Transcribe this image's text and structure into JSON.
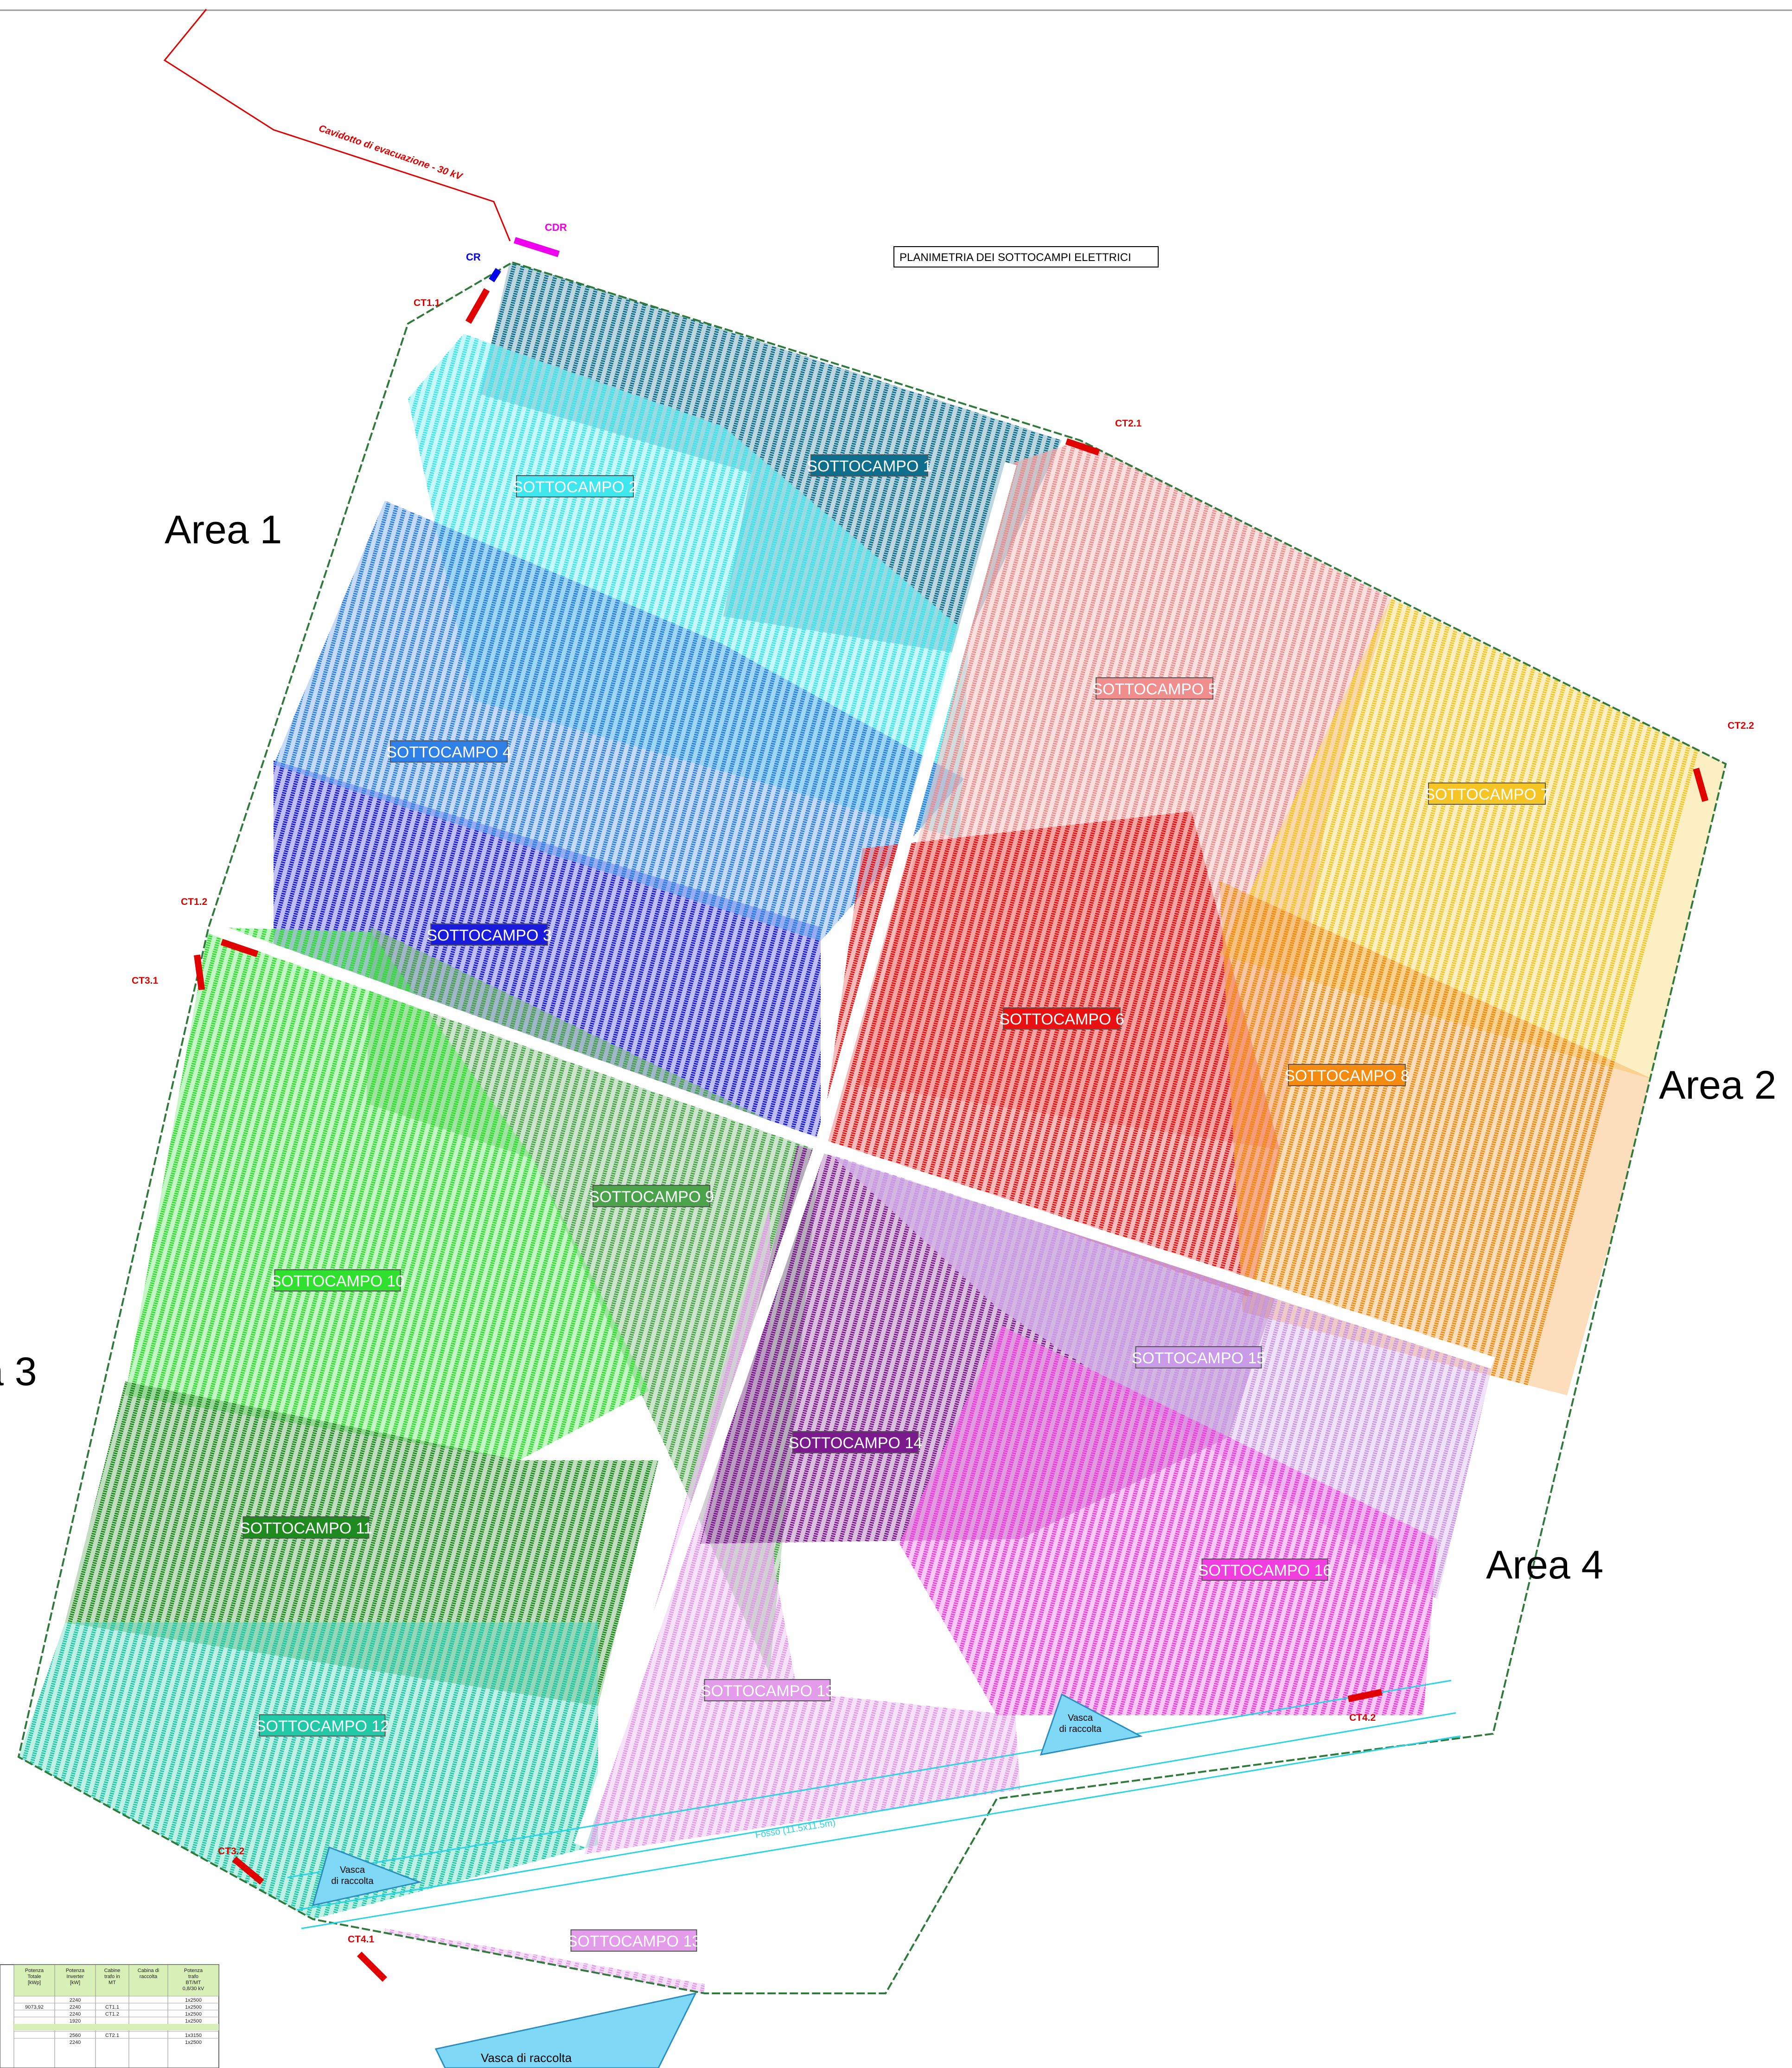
{
  "title": "PLANIMETRIA DEI SOTTOCAMPI ELETTRICI",
  "cable_label": "Cavidotto di evacuazione - 30 kV",
  "canal_label": "Fosso (11.5x11.5m)",
  "areas": [
    "Area 1",
    "Area 2",
    "a 3",
    "Area 4"
  ],
  "cdr_label": "CDR",
  "cr_label": "CR",
  "cabins": [
    "CT1.1",
    "CT2.1",
    "CT2.2",
    "CT1.2",
    "CT3.1",
    "CT3.2",
    "CT4.1",
    "CT4.2"
  ],
  "ponds": [
    {
      "line1": "Vasca",
      "line2": "di raccolta"
    },
    {
      "line1": "Vasca",
      "line2": "di raccolta"
    },
    {
      "line1": "Vasca di raccolta",
      "line2": ""
    }
  ],
  "subfields": [
    {
      "label": "SOTTOCAMPO 1",
      "color": "#0f6e8c",
      "text_color": "#ffffff"
    },
    {
      "label": "SOTTOCAMPO 2",
      "color": "#3ee6ee",
      "text_color": "#ffffff"
    },
    {
      "label": "SOTTOCAMPO 3",
      "color": "#1a1adb",
      "text_color": "#ffffff"
    },
    {
      "label": "SOTTOCAMPO 4",
      "color": "#2e7fe6",
      "text_color": "#ffffff"
    },
    {
      "label": "SOTTOCAMPO 5",
      "color": "#f08e8e",
      "text_color": "#ffffff"
    },
    {
      "label": "SOTTOCAMPO 6",
      "color": "#e81010",
      "text_color": "#ffffff"
    },
    {
      "label": "SOTTOCAMPO 7",
      "color": "#f5c526",
      "text_color": "#ffffff"
    },
    {
      "label": "SOTTOCAMPO 8",
      "color": "#f58a10",
      "text_color": "#ffffff"
    },
    {
      "label": "SOTTOCAMPO 9",
      "color": "#4aa34a",
      "text_color": "#ffffff"
    },
    {
      "label": "SOTTOCAMPO 10",
      "color": "#2fe02f",
      "text_color": "#ffffff"
    },
    {
      "label": "SOTTOCAMPO 11",
      "color": "#1f8a1f",
      "text_color": "#ffffff"
    },
    {
      "label": "SOTTOCAMPO 12",
      "color": "#22c9a6",
      "text_color": "#ffffff"
    },
    {
      "label": "SOTTOCAMPO 13",
      "color": "#e39ce9",
      "text_color": "#ffffff"
    },
    {
      "label": "SOTTOCAMPO 14",
      "color": "#7a1a8c",
      "text_color": "#ffffff"
    },
    {
      "label": "SOTTOCAMPO 15",
      "color": "#c99ae8",
      "text_color": "#ffffff"
    },
    {
      "label": "SOTTOCAMPO 16",
      "color": "#f03fde",
      "text_color": "#ffffff"
    },
    {
      "label": "SOTTOCAMPO 13",
      "color": "#e39ce9",
      "text_color": "#ffffff"
    }
  ],
  "table": {
    "headers": [
      "Potenza Totale [kWp]",
      "Potenza Inverter [kW]",
      "Cabine trafo in MT",
      "Cabina di raccolta",
      "Potenza trafo BT/MT 0,8/30 kV"
    ],
    "rows": [
      [
        "",
        "2240",
        "",
        "",
        "1x2500"
      ],
      [
        "9073,92",
        "2240",
        "CT1.1",
        "",
        "1x2500"
      ],
      [
        "",
        "2240",
        "CT1.2",
        "",
        "1x2500"
      ],
      [
        "",
        "1920",
        "",
        "",
        "1x2500"
      ],
      [
        "",
        "2560",
        "CT2.1",
        "",
        "1x3150"
      ],
      [
        "",
        "2240",
        "",
        "",
        "1x2500"
      ]
    ]
  },
  "colors": {
    "boundary": "#2f7a3a",
    "cable": "#e00000",
    "canal": "#2ad4e6",
    "pond": "#7fd8f5",
    "cdr": "#ee00ee",
    "cr": "#0000ee",
    "cabin": "#e00000"
  }
}
